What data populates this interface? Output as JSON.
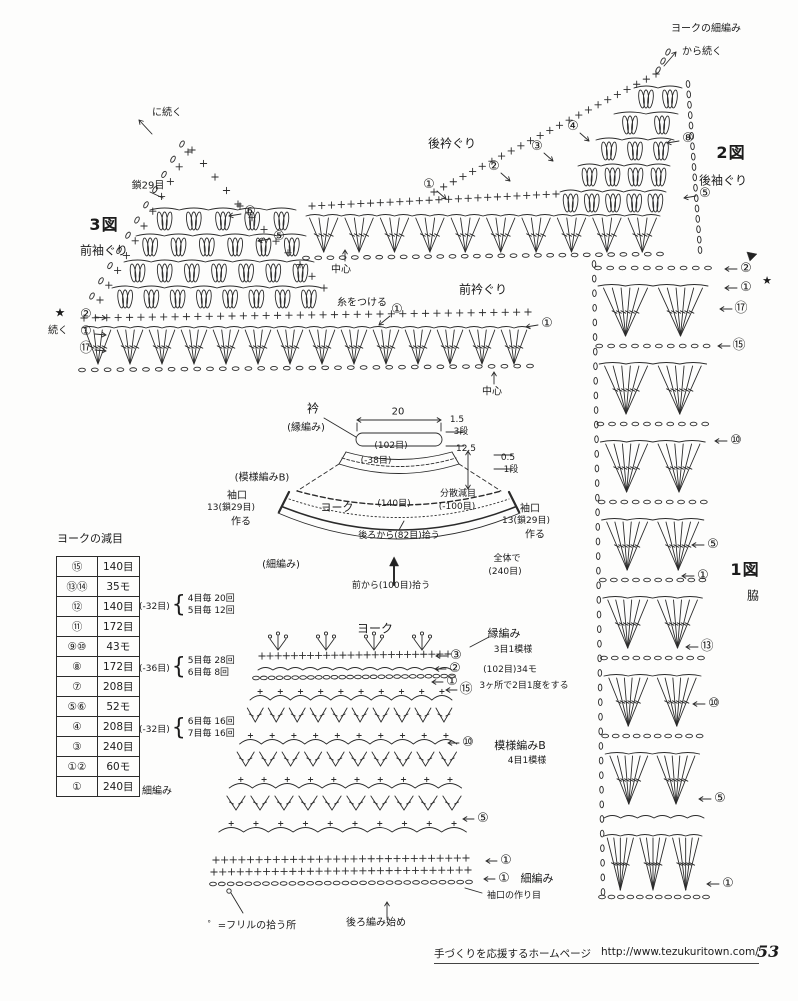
{
  "fig3": {
    "title": "3図",
    "subtitle": "前袖ぐり",
    "continue_to": "に続く",
    "chain29": "鎖29目",
    "n6": "⑥",
    "n5": "⑤",
    "star": "★",
    "star_note": "続く",
    "n2": "②",
    "n1": "①",
    "n17": "⑰"
  },
  "fig2": {
    "title": "2図",
    "subtitle": "後袖ぐり",
    "from_line1": "ヨークの細編み",
    "from_line2": "から続く",
    "n4": "④",
    "n3": "③",
    "n2": "②",
    "n8": "⑧",
    "n5": "⑤"
  },
  "fig1": {
    "title": "1図",
    "subtitle": "脇",
    "star": "★",
    "right_nums": [
      "②",
      "①",
      "⑰",
      "⑮",
      "⑩",
      "⑤"
    ],
    "lower_nums": [
      "①",
      "⑬",
      "⑩",
      "⑤",
      "①"
    ]
  },
  "back_neck": {
    "label": "後衿ぐり",
    "n1": "①",
    "center": "中心"
  },
  "front_neck": {
    "label": "前衿ぐり",
    "attach": "糸をつける",
    "attach_n": "①",
    "n1": "①",
    "center": "中心"
  },
  "schematic": {
    "collar": "衿",
    "collar_sub": "(縁編み)",
    "width20": "20",
    "rows15": "1.5",
    "rows3": "3段",
    "st102": "(102目)",
    "h125": "12.5",
    "dec38": "(-38目)",
    "rows05": "0.5",
    "rows1": "1段",
    "patB": "(模様編みB)",
    "cuff_left1": "袖口",
    "cuff_left2": "13(鎖29目)",
    "cuff_left3": "作る",
    "yoke": "ヨーク",
    "st140": "(140目)",
    "dec_label": "分散減目",
    "dec100": "(-100目)",
    "cuff_right1": "袖口",
    "cuff_right2": "13(鎖29目)",
    "cuff_right3": "作る",
    "back_pickup": "後ろから(82目)拾う",
    "sc": "(細編み)",
    "total1": "全体で",
    "total2": "(240目)",
    "front_pickup": "前から(100目)拾う"
  },
  "table": {
    "title": "ヨークの減目",
    "rows": [
      {
        "no": "⑮",
        "val": "140目"
      },
      {
        "no": "⑬⑭",
        "val": "35モ"
      },
      {
        "no": "⑫",
        "val": "140目"
      },
      {
        "no": "⑪",
        "val": "172目"
      },
      {
        "no": "⑨⑩",
        "val": "43モ"
      },
      {
        "no": "⑧",
        "val": "172目"
      },
      {
        "no": "⑦",
        "val": "208目"
      },
      {
        "no": "⑤⑥",
        "val": "52モ"
      },
      {
        "no": "④",
        "val": "208目"
      },
      {
        "no": "③",
        "val": "240目"
      },
      {
        "no": "①②",
        "val": "60モ"
      },
      {
        "no": "①",
        "val": "240目"
      }
    ],
    "ann1": {
      "dec": "(-32目)",
      "l1": "4目毎 20回",
      "l2": "5目毎 12回"
    },
    "ann2": {
      "dec": "(-36目)",
      "l1": "5目毎 28回",
      "l2": "6目毎 8回"
    },
    "ann3": {
      "dec": "(-32目)",
      "l1": "6目毎 16回",
      "l2": "7目毎 16回"
    },
    "last_note": "細編み"
  },
  "yoke_chart": {
    "title": "ヨーク",
    "edge": "縁編み",
    "edge_sub": "3目1模様",
    "n3": "③",
    "n2": "②",
    "n1": "①",
    "n15": "⑮",
    "st102": "(102目)34モ",
    "dec_note": "3ヶ所で2目1度をする",
    "patB": "模様編みB",
    "patB_sub": "4目1模様",
    "n10": "⑩",
    "n5": "⑤",
    "n1b": "①",
    "n1c": "①",
    "sc": "細編み",
    "cuff_note": "袖口の作り目",
    "start": "後ろ編み始め",
    "frill": "゜=フリルの拾う所"
  },
  "footer": {
    "site": "手づくりを応援するホームページ",
    "url": "http://www.tezukuritown.com/",
    "page": "53"
  }
}
